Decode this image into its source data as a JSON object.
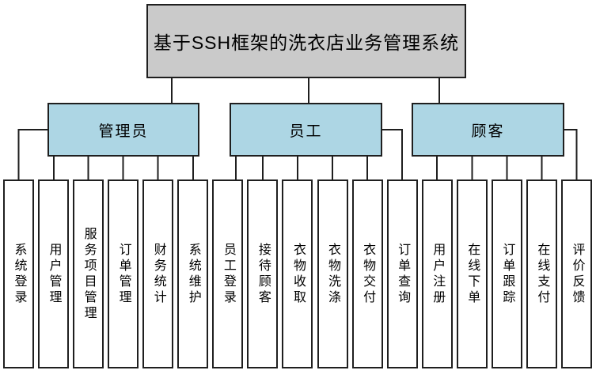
{
  "diagram": {
    "title": "基于SSH框架的洗衣店业务管理系统",
    "groups": [
      {
        "label": "管理员",
        "children": [
          "系统登录",
          "用户管理",
          "服务项目管理",
          "订单管理",
          "财务统计",
          "系统维护"
        ]
      },
      {
        "label": "员工",
        "children": [
          "员工登录",
          "接待顾客",
          "衣物收取",
          "衣物洗涤",
          "衣物交付",
          "订单查询"
        ]
      },
      {
        "label": "顾客",
        "children": [
          "用户注册",
          "在线下单",
          "订单跟踪",
          "在线支付",
          "评价反馈"
        ]
      }
    ],
    "colors": {
      "root_fill": "#cacaca",
      "group_fill": "#add6e4",
      "leaf_fill": "#ffffff",
      "line": "#1f1f1f"
    }
  }
}
